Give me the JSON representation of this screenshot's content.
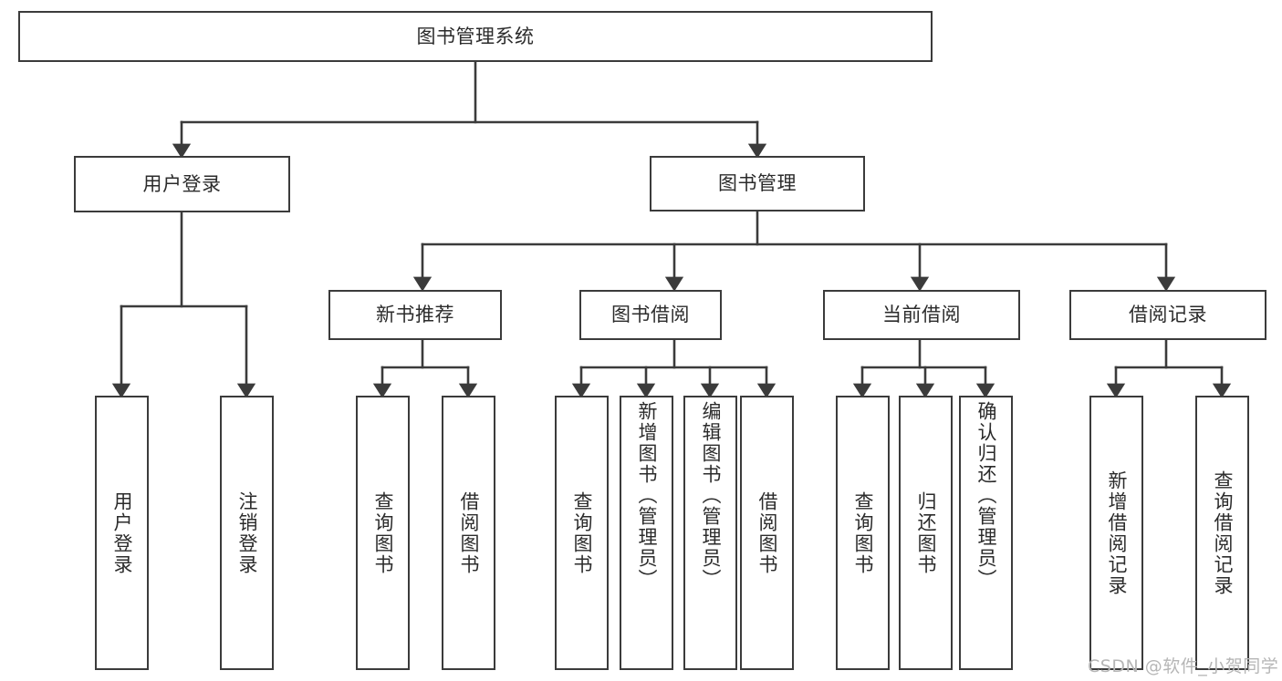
{
  "diagram": {
    "title": "图书管理系统",
    "type": "functional-structure-tree",
    "colors": {
      "stroke": "#3b3b3b",
      "text": "#2b2b2b",
      "background": "#ffffff",
      "watermark": "#b6b6b6"
    },
    "watermark": "CSDN @软件_小贺同学"
  },
  "nodes": {
    "root": {
      "label": "图书管理系统"
    },
    "level1": [
      {
        "id": "user-login",
        "label": "用户登录"
      },
      {
        "id": "book-manage",
        "label": "图书管理"
      }
    ],
    "level2": [
      {
        "id": "new-book-recommend",
        "label": "新书推荐",
        "parent": "book-manage"
      },
      {
        "id": "book-borrow",
        "label": "图书借阅",
        "parent": "book-manage"
      },
      {
        "id": "current-borrow",
        "label": "当前借阅",
        "parent": "book-manage"
      },
      {
        "id": "borrow-record",
        "label": "借阅记录",
        "parent": "book-manage"
      }
    ],
    "leaves": [
      {
        "id": "leaf-user-login",
        "label": "用户登录",
        "parent": "user-login"
      },
      {
        "id": "leaf-user-logout",
        "label": "注销登录",
        "parent": "user-login"
      },
      {
        "id": "leaf-query-book-1",
        "label": "查询图书",
        "parent": "new-book-recommend"
      },
      {
        "id": "leaf-borrow-book-1",
        "label": "借阅图书",
        "parent": "new-book-recommend"
      },
      {
        "id": "leaf-query-book-2",
        "label": "查询图书",
        "parent": "book-borrow"
      },
      {
        "id": "leaf-add-book",
        "label": "新增图书（管理员）",
        "parent": "book-borrow"
      },
      {
        "id": "leaf-edit-book",
        "label": "编辑图书（管理员）",
        "parent": "book-borrow"
      },
      {
        "id": "leaf-borrow-book-2",
        "label": "借阅图书",
        "parent": "book-borrow"
      },
      {
        "id": "leaf-query-book-3",
        "label": "查询图书",
        "parent": "current-borrow"
      },
      {
        "id": "leaf-return-book",
        "label": "归还图书",
        "parent": "current-borrow"
      },
      {
        "id": "leaf-confirm-return",
        "label": "确认归还（管理员）",
        "parent": "current-borrow"
      },
      {
        "id": "leaf-add-record",
        "label": "新增借阅记录",
        "parent": "borrow-record"
      },
      {
        "id": "leaf-query-record",
        "label": "查询借阅记录",
        "parent": "borrow-record"
      }
    ]
  }
}
